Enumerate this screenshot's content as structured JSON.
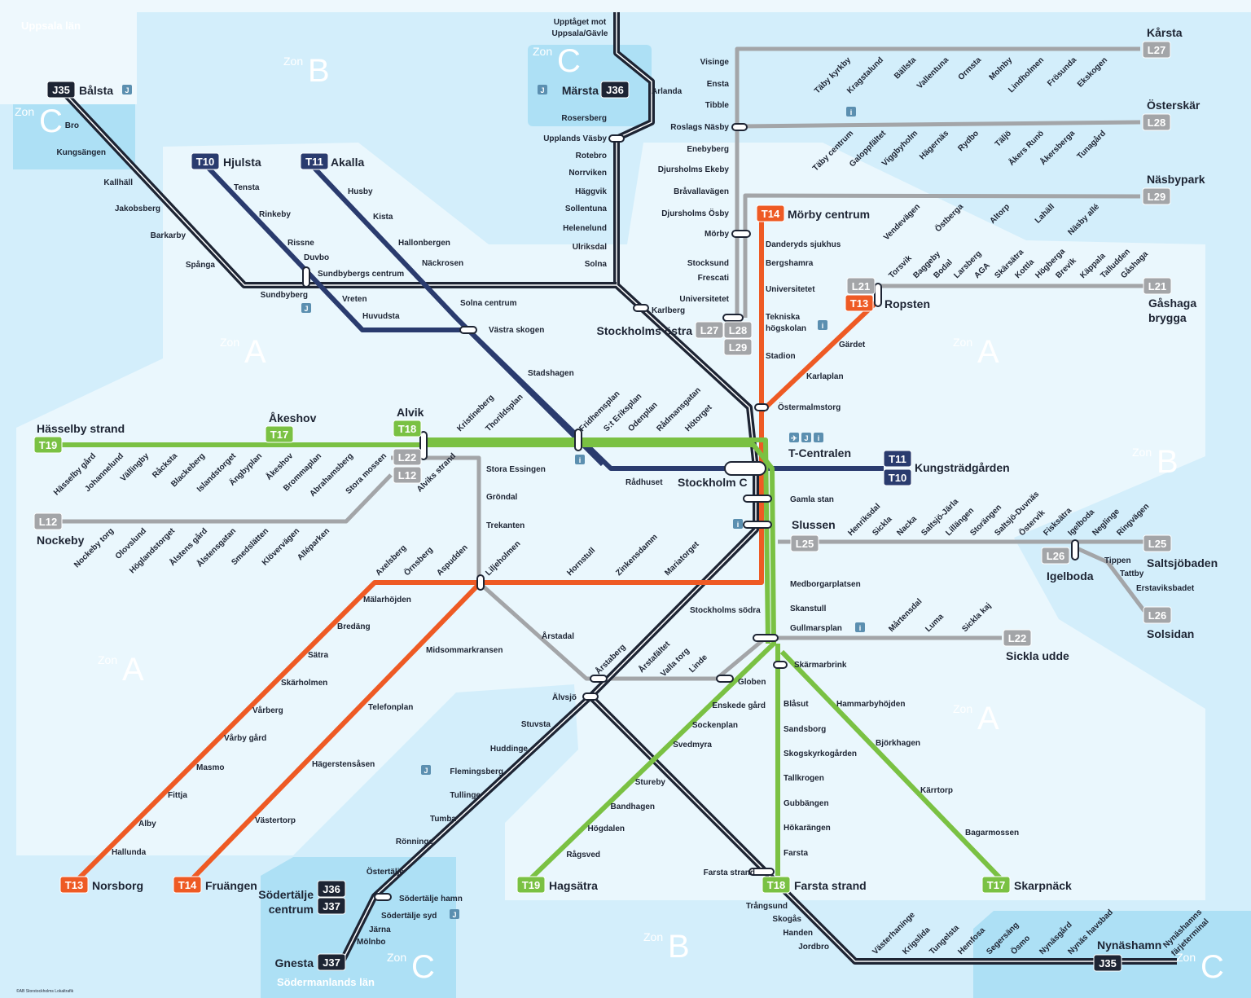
{
  "regions": {
    "uppsala": "Uppsala län",
    "sodermanland": "Södermanlands län"
  },
  "zone": {
    "word": "Zon",
    "A": "A",
    "B": "B",
    "C": "C"
  },
  "north_note": [
    "Upptåget mot",
    "Uppsala/Gävle"
  ],
  "copyright": "©AB Storstockholms Lokaltrafik",
  "colors": {
    "green": "#7ac143",
    "red": "#ee5a24",
    "blue": "#2a3b6e",
    "black": "#1d2433",
    "gray": "#a3a5a8",
    "zoneA": "#eaf7fd",
    "zoneB": "#d3eefb",
    "zoneC": "#ade0f5"
  },
  "badges": [
    {
      "code": "J35",
      "line": "black"
    },
    {
      "code": "J36",
      "line": "black"
    },
    {
      "code": "T10",
      "line": "blue"
    },
    {
      "code": "T11",
      "line": "blue"
    },
    {
      "code": "T19",
      "line": "green"
    },
    {
      "code": "T17",
      "line": "green"
    },
    {
      "code": "T18",
      "line": "green"
    },
    {
      "code": "L22",
      "line": "gray"
    },
    {
      "code": "L12",
      "line": "gray"
    },
    {
      "code": "L12",
      "line": "gray"
    },
    {
      "code": "T14",
      "line": "red"
    },
    {
      "code": "L21",
      "line": "gray"
    },
    {
      "code": "T13",
      "line": "red"
    },
    {
      "code": "L21",
      "line": "gray"
    },
    {
      "code": "L27",
      "line": "gray"
    },
    {
      "code": "L28",
      "line": "gray"
    },
    {
      "code": "L29",
      "line": "gray"
    },
    {
      "code": "L27",
      "line": "gray"
    },
    {
      "code": "L28",
      "line": "gray"
    },
    {
      "code": "L29",
      "line": "gray"
    },
    {
      "code": "T11",
      "line": "blue"
    },
    {
      "code": "T10",
      "line": "blue"
    },
    {
      "code": "L25",
      "line": "gray"
    },
    {
      "code": "L25",
      "line": "gray"
    },
    {
      "code": "L26",
      "line": "gray"
    },
    {
      "code": "L26",
      "line": "gray"
    },
    {
      "code": "L22",
      "line": "gray"
    },
    {
      "code": "T13",
      "line": "red"
    },
    {
      "code": "T14",
      "line": "red"
    },
    {
      "code": "T19",
      "line": "green"
    },
    {
      "code": "T18",
      "line": "green"
    },
    {
      "code": "T17",
      "line": "green"
    },
    {
      "code": "J36",
      "line": "black"
    },
    {
      "code": "J37",
      "line": "black"
    },
    {
      "code": "J37",
      "line": "black"
    },
    {
      "code": "J35",
      "line": "black"
    }
  ],
  "major": [
    "Bålsta",
    "Märsta",
    "Hjulsta",
    "Akalla",
    "Hässelby strand",
    "Åkeshov",
    "Alvik",
    "Nockeby",
    "Mörby centrum",
    "Ropsten",
    "Kårsta",
    "Österskär",
    "Näsbypark",
    "Stockholms östra",
    "Kungsträdgården",
    "Saltsjöbaden",
    "Igelboda",
    "Solsidan",
    "Sickla udde",
    "Norsborg",
    "Fruängen",
    "Hagsätra",
    "Farsta strand",
    "Skarpnäck",
    "Södertälje",
    "centrum",
    "Gnesta",
    "Nynäshamn",
    "T-Centralen",
    "Stockholm C",
    "Slussen",
    "Gåshaga",
    "brygga"
  ],
  "stations": {
    "north": [
      "Arlanda",
      "Rosersberg",
      "Upplands Väsby",
      "Rotebro",
      "Norrviken",
      "Häggvik",
      "Sollentuna",
      "Helenelund",
      "Ulriksdal",
      "Solna",
      "Karlberg"
    ],
    "west_commuter": [
      "Bro",
      "Kungsängen",
      "Kallhäll",
      "Jakobsberg",
      "Barkarby",
      "Spånga",
      "Sundbyberg"
    ],
    "t10": [
      "Tensta",
      "Rinkeby",
      "Rissne",
      "Duvbo",
      "Sundbybergs centrum",
      "Vreten",
      "Huvudsta",
      "Västra skogen",
      "Stadshagen",
      "Rådhuset"
    ],
    "t11": [
      "Husby",
      "Kista",
      "Hallonbergen",
      "Näckrosen",
      "Solna centrum"
    ],
    "green_west": [
      "Hässelby gård",
      "Johannelund",
      "Vällingby",
      "Råcksta",
      "Blackeberg",
      "Islandstorget",
      "Ängbyplan",
      "Åkeshov",
      "Brommaplan",
      "Abrahamsberg",
      "Stora mossen",
      "Alviks strand"
    ],
    "green_east": [
      "Kristineberg",
      "Thorildsplan",
      "Fridhemsplan",
      "S:t Eriksplan",
      "Odenplan",
      "Rådmansgatan",
      "Hötorget"
    ],
    "nockeby": [
      "Nockeby torg",
      "Olovslund",
      "Höglandstorget",
      "Ålstens gård",
      "Ålstensgatan",
      "Smedslätten",
      "Klövervägen",
      "Alléparken"
    ],
    "tvar_north": [
      "Stora Essingen",
      "Gröndal",
      "Trekanten"
    ],
    "red_h": [
      "Axelsberg",
      "Örnsberg",
      "Aspudden",
      "Liljeholmen",
      "Hornstull",
      "Zinkensdamm",
      "Mariatorget"
    ],
    "t13": [
      "Mälarhöjden",
      "Bredäng",
      "Sätra",
      "Skärholmen",
      "Vårberg",
      "Vårby gård",
      "Masmo",
      "Fittja",
      "Alby",
      "Hallunda"
    ],
    "t14": [
      "Midsommarkransen",
      "Telefonplan",
      "Hägerstensåsen",
      "Västertorp"
    ],
    "tvar_south": [
      "Årstadal",
      "Årstaberg",
      "Årstafältet",
      "Valla torg",
      "Linde",
      "Globen"
    ],
    "south_commuter": [
      "Stockholms södra",
      "Älvsjö",
      "Stuvsta",
      "Huddinge",
      "Flemingsberg",
      "Tullinge",
      "Tumba",
      "Rönninge",
      "Östertälje",
      "Södertälje hamn",
      "Södertälje syd",
      "Järna",
      "Mölnbo"
    ],
    "nyn_v": [
      "Trångsund",
      "Skogås",
      "Handen",
      "Jordbro"
    ],
    "nyn_d": [
      "Västerhaninge",
      "Krigslida",
      "Tungelsta",
      "Hemfosa",
      "Segersäng",
      "Ösmo",
      "Nynäsgård",
      "Nynäs havsbad",
      "Nynäshamns",
      "färjeterminal"
    ],
    "green_center": [
      "Medborgarplatsen",
      "Skanstull",
      "Gullmarsplan",
      "Skärmarbrink"
    ],
    "t19": [
      "Enskede gård",
      "Sockenplan",
      "Svedmyra",
      "Stureby",
      "Bandhagen",
      "Högdalen",
      "Rågsved"
    ],
    "t18": [
      "Blåsut",
      "Sandsborg",
      "Skogskyrkogården",
      "Tallkrogen",
      "Gubbängen",
      "Hökarängen",
      "Farsta",
      "Farsta strand"
    ],
    "t17": [
      "Hammarbyhöjden",
      "Björkhagen",
      "Kärrtorp",
      "Bagarmossen"
    ],
    "central": [
      "Gamla stan",
      "Östermalmstorg",
      "Karlaplan",
      "Gärdet",
      "Stadion",
      "Tekniska",
      "högskolan",
      "Universitetet",
      "Bergshamra",
      "Danderyds sjukhus"
    ],
    "roslags": [
      "Visinge",
      "Ensta",
      "Tibble",
      "Roslags Näsby",
      "Enebyberg",
      "Djursholms Ekeby",
      "Bråvallavägen",
      "Djursholms Ösby",
      "Mörby",
      "Stocksund",
      "Frescati",
      "Universitetet"
    ],
    "l27": [
      "Täby kyrkby",
      "Kragstalund",
      "Bällsta",
      "Vallentuna",
      "Ormsta",
      "Molnby",
      "Lindholmen",
      "Frösunda",
      "Ekskogen"
    ],
    "l28": [
      "Täby centrum",
      "Galoppfältet",
      "Viggbyholm",
      "Hägernäs",
      "Rydbo",
      "Täljö",
      "Åkers Runö",
      "Åkersberga",
      "Tunagård"
    ],
    "l29": [
      "Vendevägen",
      "Östberga",
      "Altorp",
      "Lahäll",
      "Näsby allé"
    ],
    "l21": [
      "Torsvik",
      "Baggeby",
      "Bodal",
      "Larsberg",
      "AGA",
      "Skärsätra",
      "Kottla",
      "Högberga",
      "Brevik",
      "Käppala",
      "Talludden",
      "Gåshaga"
    ],
    "l25": [
      "Henriksdal",
      "Sickla",
      "Nacka",
      "Saltsjö-Järla",
      "Lillängen",
      "Storängen",
      "Saltsjö-Duvnäs",
      "Östervik",
      "Fisksätra",
      "Igelboda",
      "Neglinge",
      "Ringvägen"
    ],
    "l26": [
      "Tippen",
      "Tattby",
      "Erstaviksbadet"
    ],
    "l22": [
      "Mårtensdal",
      "Luma",
      "Sickla kaj"
    ]
  }
}
